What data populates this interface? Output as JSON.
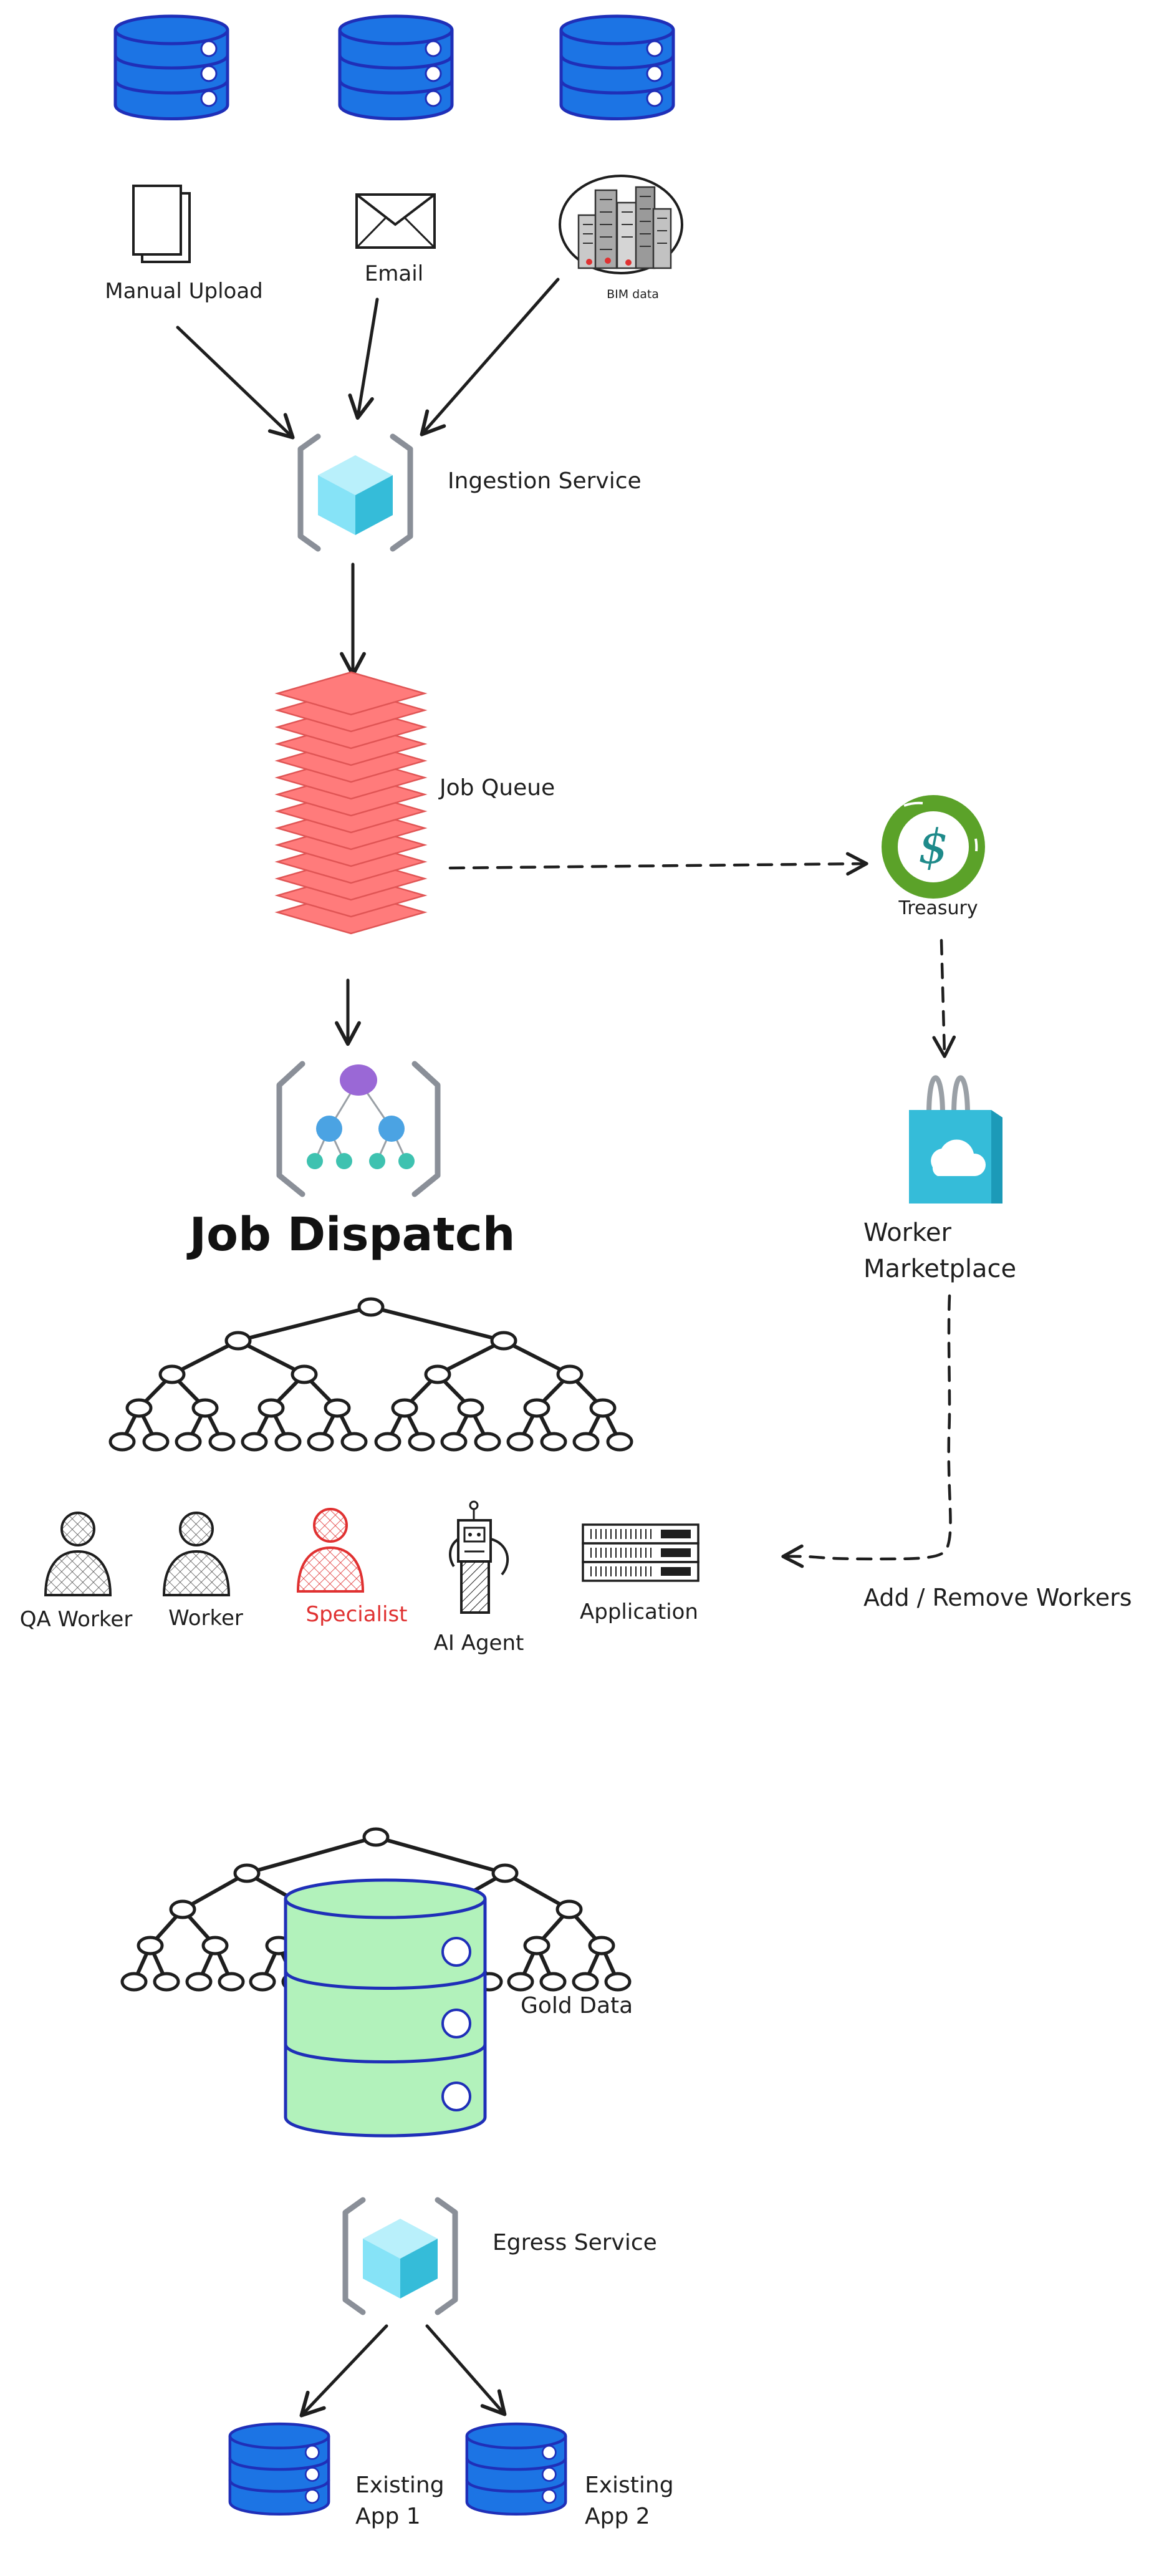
{
  "sources": [
    {
      "label": "Manual Upload"
    },
    {
      "label": "Email"
    },
    {
      "label": "BIM data"
    }
  ],
  "services": {
    "ingestion": "Ingestion Service",
    "job_queue": "Job Queue",
    "treasury": "Treasury",
    "marketplace_line1": "Worker",
    "marketplace_line2": "Marketplace",
    "job_dispatch": "Job Dispatch",
    "add_remove": "Add / Remove Workers",
    "gold_data": "Gold Data",
    "egress": "Egress Service"
  },
  "workers": [
    {
      "label": "QA Worker"
    },
    {
      "label": "Worker"
    },
    {
      "label": "Specialist"
    },
    {
      "label": "AI Agent"
    },
    {
      "label": "Application"
    }
  ],
  "outputs": [
    {
      "line1": "Existing",
      "line2": "App 1"
    },
    {
      "line1": "Existing",
      "line2": "App 2"
    }
  ],
  "colors": {
    "db_blue": "#1c74e4",
    "db_outline": "#1f2fb8",
    "queue_red": "#ff7b7b",
    "gold_green": "#b2f2bb",
    "cube_light": "#86e3f7",
    "cube_dark": "#35bcd9",
    "treasury_green": "#5ba229",
    "specialist_red": "#e03131",
    "marketplace_blue": "#35bcd9",
    "dispatch_purple": "#9a68d6",
    "dispatch_blue": "#4ba3e3",
    "dispatch_teal": "#3ec2b0"
  },
  "icons": [
    "database-icon",
    "documents-icon",
    "envelope-icon",
    "buildings-icon",
    "cube-icon",
    "queue-stack-icon",
    "dollar-icon",
    "shopping-bag-cloud-icon",
    "hierarchy-icon",
    "tree-icon",
    "person-icon",
    "robot-icon",
    "server-rack-icon"
  ]
}
